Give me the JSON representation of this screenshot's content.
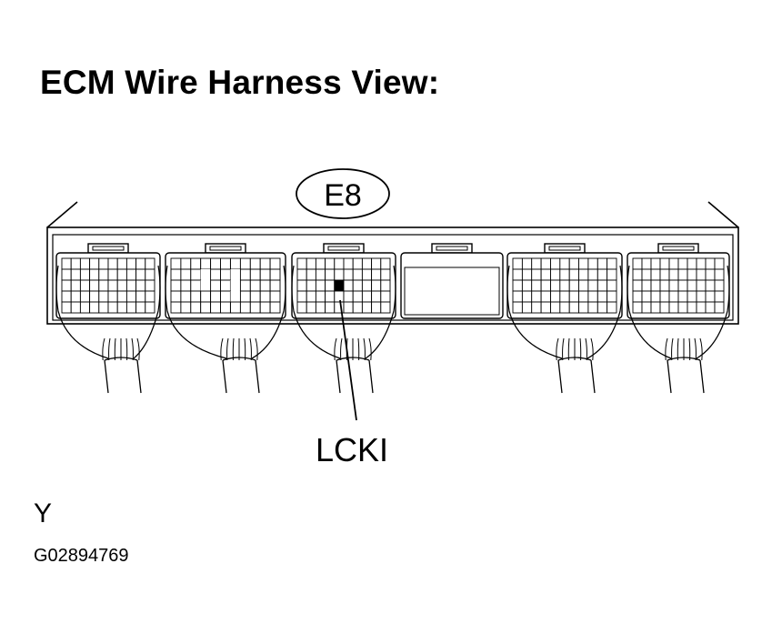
{
  "title": "ECM Wire Harness View:",
  "connector_id": "E8",
  "pin_label": "LCKI",
  "footer": {
    "letter": "Y",
    "code": "G02894769"
  },
  "colors": {
    "line": "#000000",
    "background": "#ffffff",
    "highlighted_pin": "#000000"
  }
}
